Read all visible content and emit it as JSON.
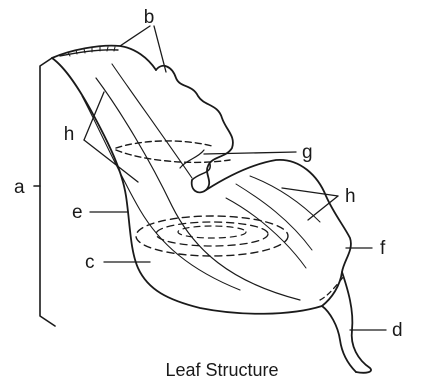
{
  "caption": "Leaf Structure",
  "labels": {
    "a": "a",
    "b": "b",
    "c": "c",
    "d": "d",
    "e": "e",
    "f": "f",
    "g": "g",
    "h_left": "h",
    "h_right": "h"
  },
  "colors": {
    "ink": "#1a1a1a",
    "background": "#ffffff"
  }
}
